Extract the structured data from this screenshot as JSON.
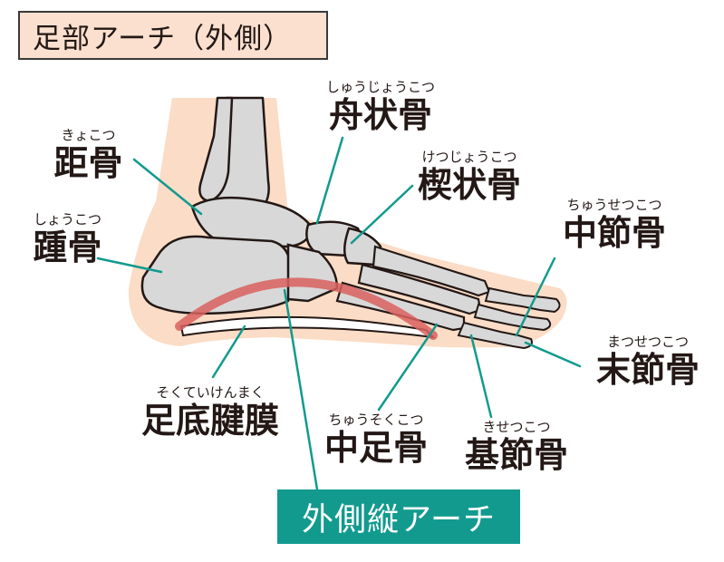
{
  "title": "足部アーチ（外側）",
  "arch_label": "外側縦アーチ",
  "labels": [
    {
      "key": "talus",
      "ruby": "きょこつ",
      "name": "距骨"
    },
    {
      "key": "calcaneus",
      "ruby": "しょうこつ",
      "name": "踵骨"
    },
    {
      "key": "navicular",
      "ruby": "しゅうじょうこつ",
      "name": "舟状骨"
    },
    {
      "key": "cuneiform",
      "ruby": "けつじょうこつ",
      "name": "楔状骨"
    },
    {
      "key": "middle_phalanx",
      "ruby": "ちゅうせつこつ",
      "name": "中節骨"
    },
    {
      "key": "distal_phalanx",
      "ruby": "まつせつこつ",
      "name": "末節骨"
    },
    {
      "key": "plantar_aponeurosis",
      "ruby": "そくていけんまく",
      "name": "足底腱膜"
    },
    {
      "key": "metatarsal",
      "ruby": "ちゅうそくこつ",
      "name": "中足骨"
    },
    {
      "key": "proximal_phalanx",
      "ruby": "きせつこつ",
      "name": "基節骨"
    }
  ],
  "colors": {
    "skin": "#fbdcc6",
    "bone": "#d8d8d8",
    "outline": "#231815",
    "leader": "#129a8e",
    "arch": "#d9625f",
    "title_bg": "#fbe0cf",
    "label_bg": "#129a8e"
  }
}
